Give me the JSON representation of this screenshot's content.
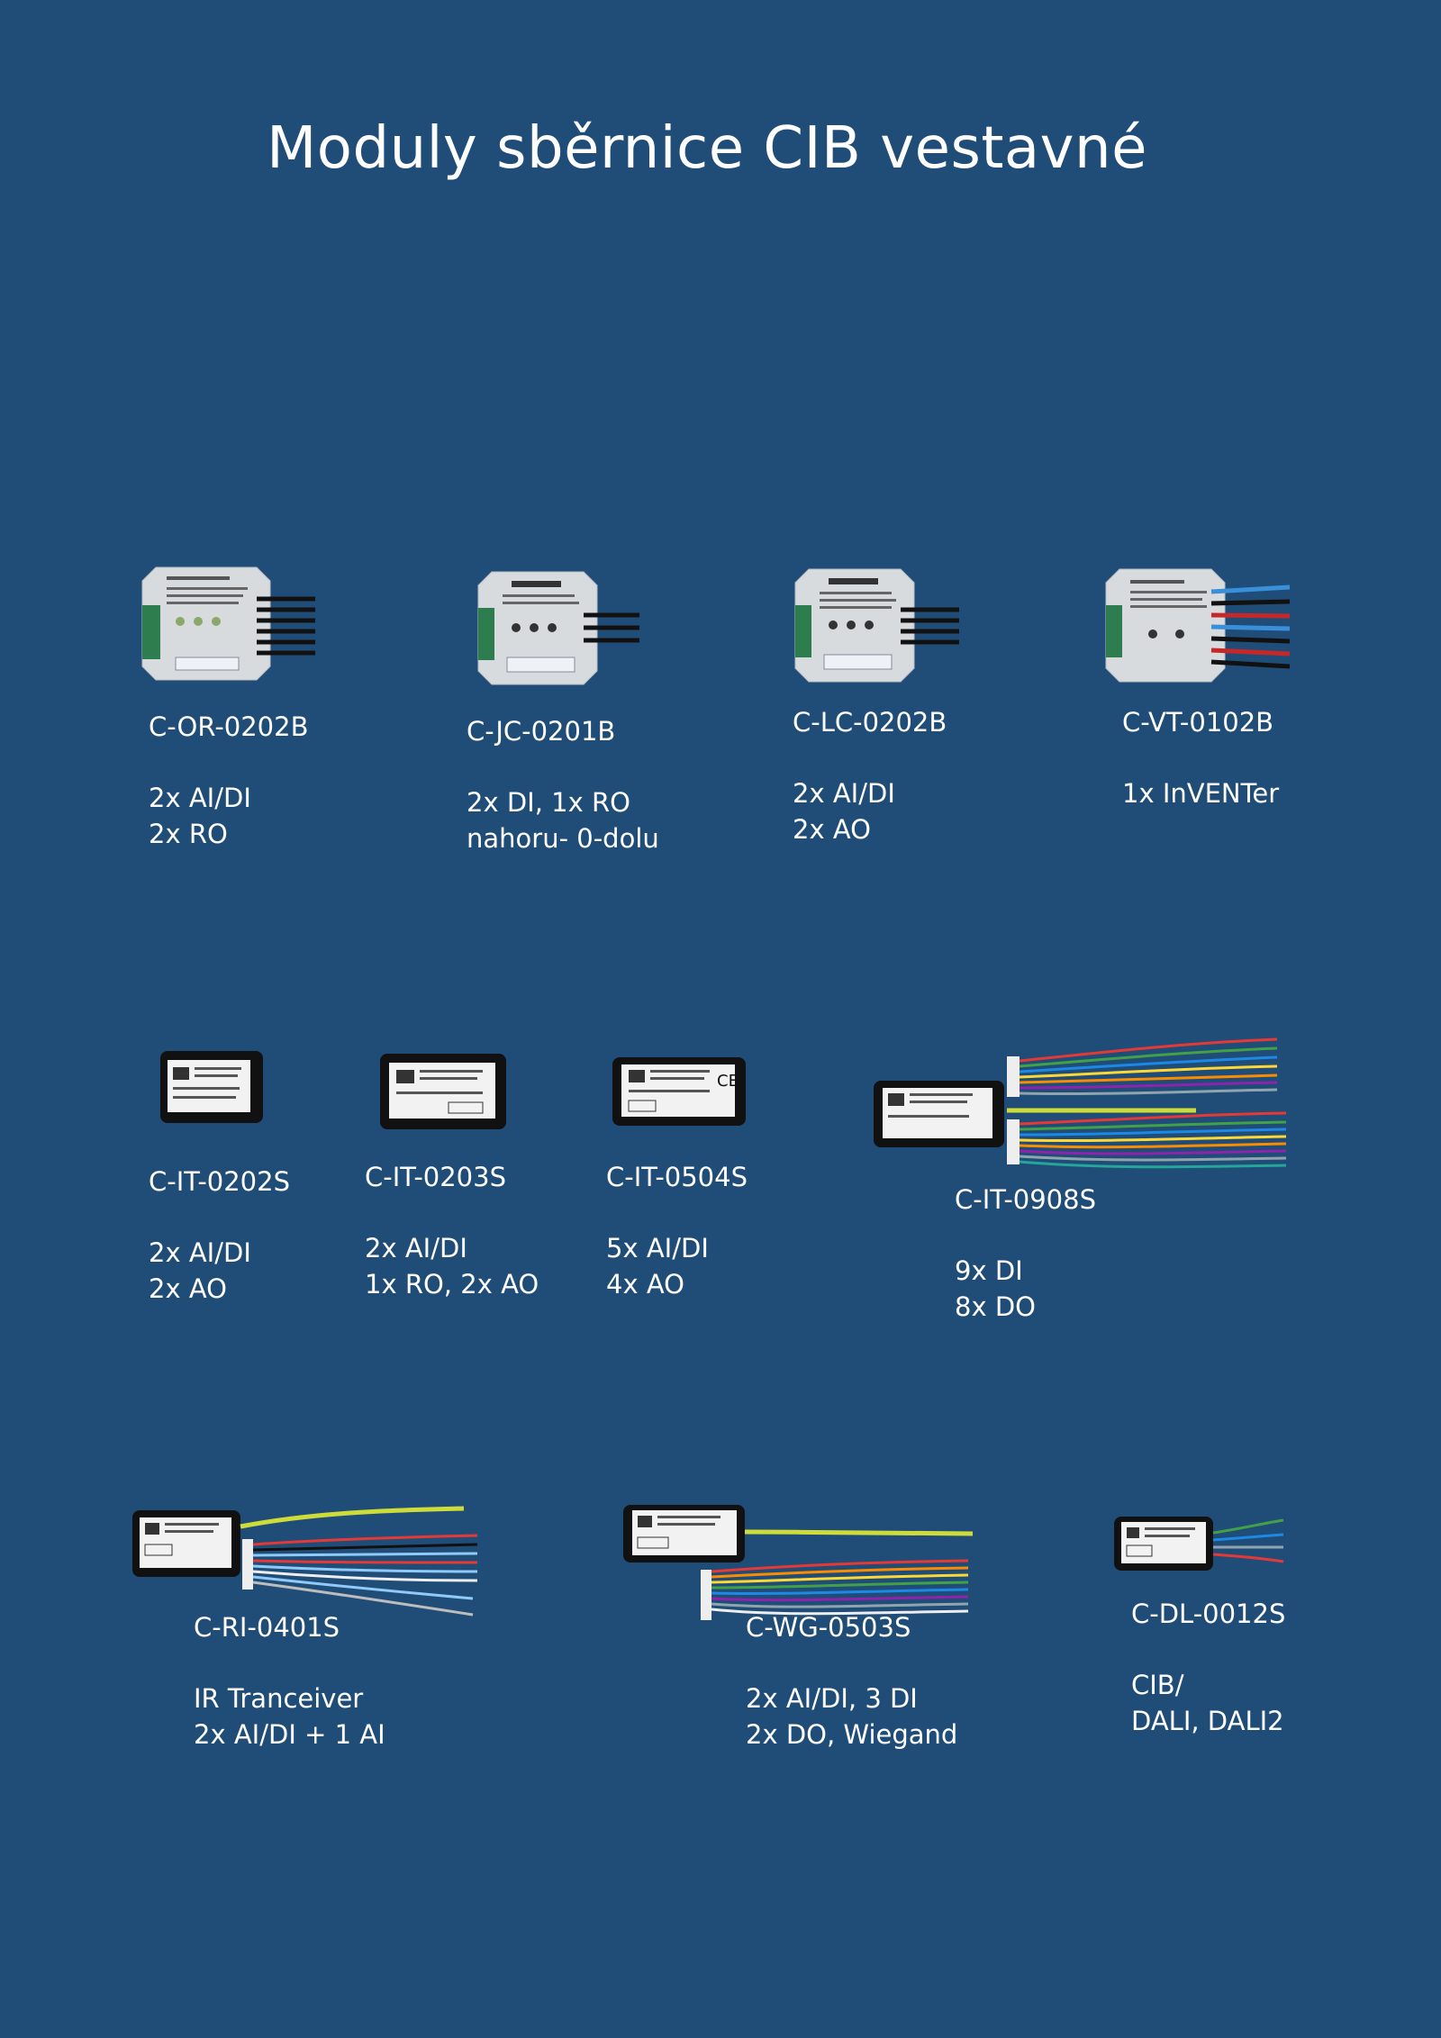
{
  "title": "Moduly sběrnice CIB vestavné",
  "colors": {
    "background": "#1f4d78",
    "text": "#ffffff",
    "box_body": "#d7dbde",
    "terminal": "#2e7d4f",
    "module_black": "#111111",
    "label_white": "#f2f2f2"
  },
  "modules": [
    {
      "name": "C-OR-0202B",
      "lines": [
        "2x AI/DI",
        "2x RO"
      ],
      "icon": "flush-box-module-with-black-leads"
    },
    {
      "name": "C-JC-0201B",
      "lines": [
        "2x DI, 1x RO",
        "nahoru- 0-dolu"
      ],
      "icon": "flush-box-module-with-black-leads"
    },
    {
      "name": "C-LC-0202B",
      "lines": [
        "2x AI/DI",
        "2x AO"
      ],
      "icon": "flush-box-module-with-black-leads"
    },
    {
      "name": "C-VT-0102B",
      "lines": [
        "1x InVENTer"
      ],
      "icon": "flush-box-module-with-colored-leads"
    },
    {
      "name": "C-IT-0202S",
      "lines": [
        "2x AI/DI",
        "2x AO"
      ],
      "icon": "black-encapsulated-module"
    },
    {
      "name": "C-IT-0203S",
      "lines": [
        "2x AI/DI",
        "1x RO, 2x AO"
      ],
      "icon": "black-encapsulated-module"
    },
    {
      "name": "C-IT-0504S",
      "lines": [
        "5x AI/DI",
        "4x AO"
      ],
      "icon": "black-encapsulated-module"
    },
    {
      "name": "C-IT-0908S",
      "lines": [
        "9x DI",
        "8x DO"
      ],
      "icon": "black-module-with-wire-harness"
    },
    {
      "name": "C-RI-0401S",
      "lines": [
        "IR Tranceiver",
        "2x AI/DI + 1 AI"
      ],
      "icon": "black-module-with-wire-harness"
    },
    {
      "name": "C-WG-0503S",
      "lines": [
        "2x AI/DI, 3 DI",
        "2x DO, Wiegand"
      ],
      "icon": "black-module-with-wire-harness"
    },
    {
      "name": "C-DL-0012S",
      "lines": [
        "CIB/",
        "DALI, DALI2"
      ],
      "icon": "small-black-module-with-wires"
    }
  ]
}
